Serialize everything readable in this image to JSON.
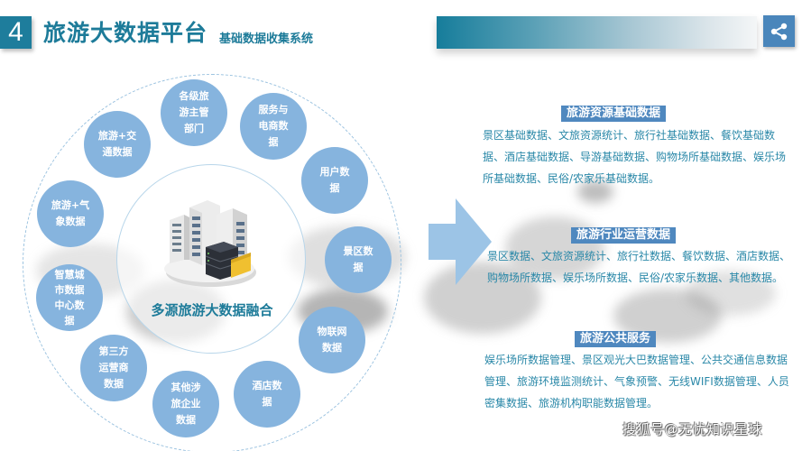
{
  "header": {
    "number": "4",
    "title": "旅游大数据平台",
    "subtitle": "基础数据收集系统",
    "share_icon": "share-icon"
  },
  "diagram": {
    "center_label": "多源旅游大数据融合",
    "center_icon": "server-cloud-icon",
    "sources": [
      {
        "lines": [
          "各级旅",
          "游主管",
          "部门"
        ]
      },
      {
        "lines": [
          "服务与",
          "电商数",
          "据"
        ]
      },
      {
        "lines": [
          "用户数",
          "据"
        ]
      },
      {
        "lines": [
          "景区数",
          "据"
        ]
      },
      {
        "lines": [
          "物联网",
          "数据"
        ]
      },
      {
        "lines": [
          "酒店数",
          "据"
        ]
      },
      {
        "lines": [
          "其他涉",
          "旅企业",
          "数据"
        ]
      },
      {
        "lines": [
          "第三方",
          "运营商",
          "数据"
        ]
      },
      {
        "lines": [
          "智慧城",
          "市数据",
          "中心数",
          "据"
        ]
      },
      {
        "lines": [
          "旅游+气",
          "象数据"
        ]
      },
      {
        "lines": [
          "旅游+交",
          "通数据"
        ]
      }
    ]
  },
  "sections": [
    {
      "tag": "旅游资源基础数据",
      "text": "景区基础数据、文旅资源统计、旅行社基础数据、餐饮基础数据、酒店基础数据、导游基础数据、购物场所基础数据、娱乐场所基础数据、民俗/农家乐基础数据。"
    },
    {
      "tag": "旅游行业运营数据",
      "text": "景区数据、文旅资源统计、旅行社数据、餐饮数据、酒店数据、购物场所数据、娱乐场所数据、民俗/农家乐数据、其他数据。"
    },
    {
      "tag": "旅游公共服务",
      "text": "娱乐场所数据管理、景区观光大巴数据管理、公共交通信息数据管理、旅游环境监测统计、气象预警、无线WIFI数据管理、人员密集数据、旅游机构职能数据管理。"
    }
  ],
  "watermark": "搜狐号@无忧知识星球",
  "colors": {
    "brand_teal": "#1d7b99",
    "bubble_blue": "#86b4de",
    "tag_blue": "#4f88bf",
    "text_teal": "#2a88a8",
    "share_blue": "#4a86bb"
  }
}
